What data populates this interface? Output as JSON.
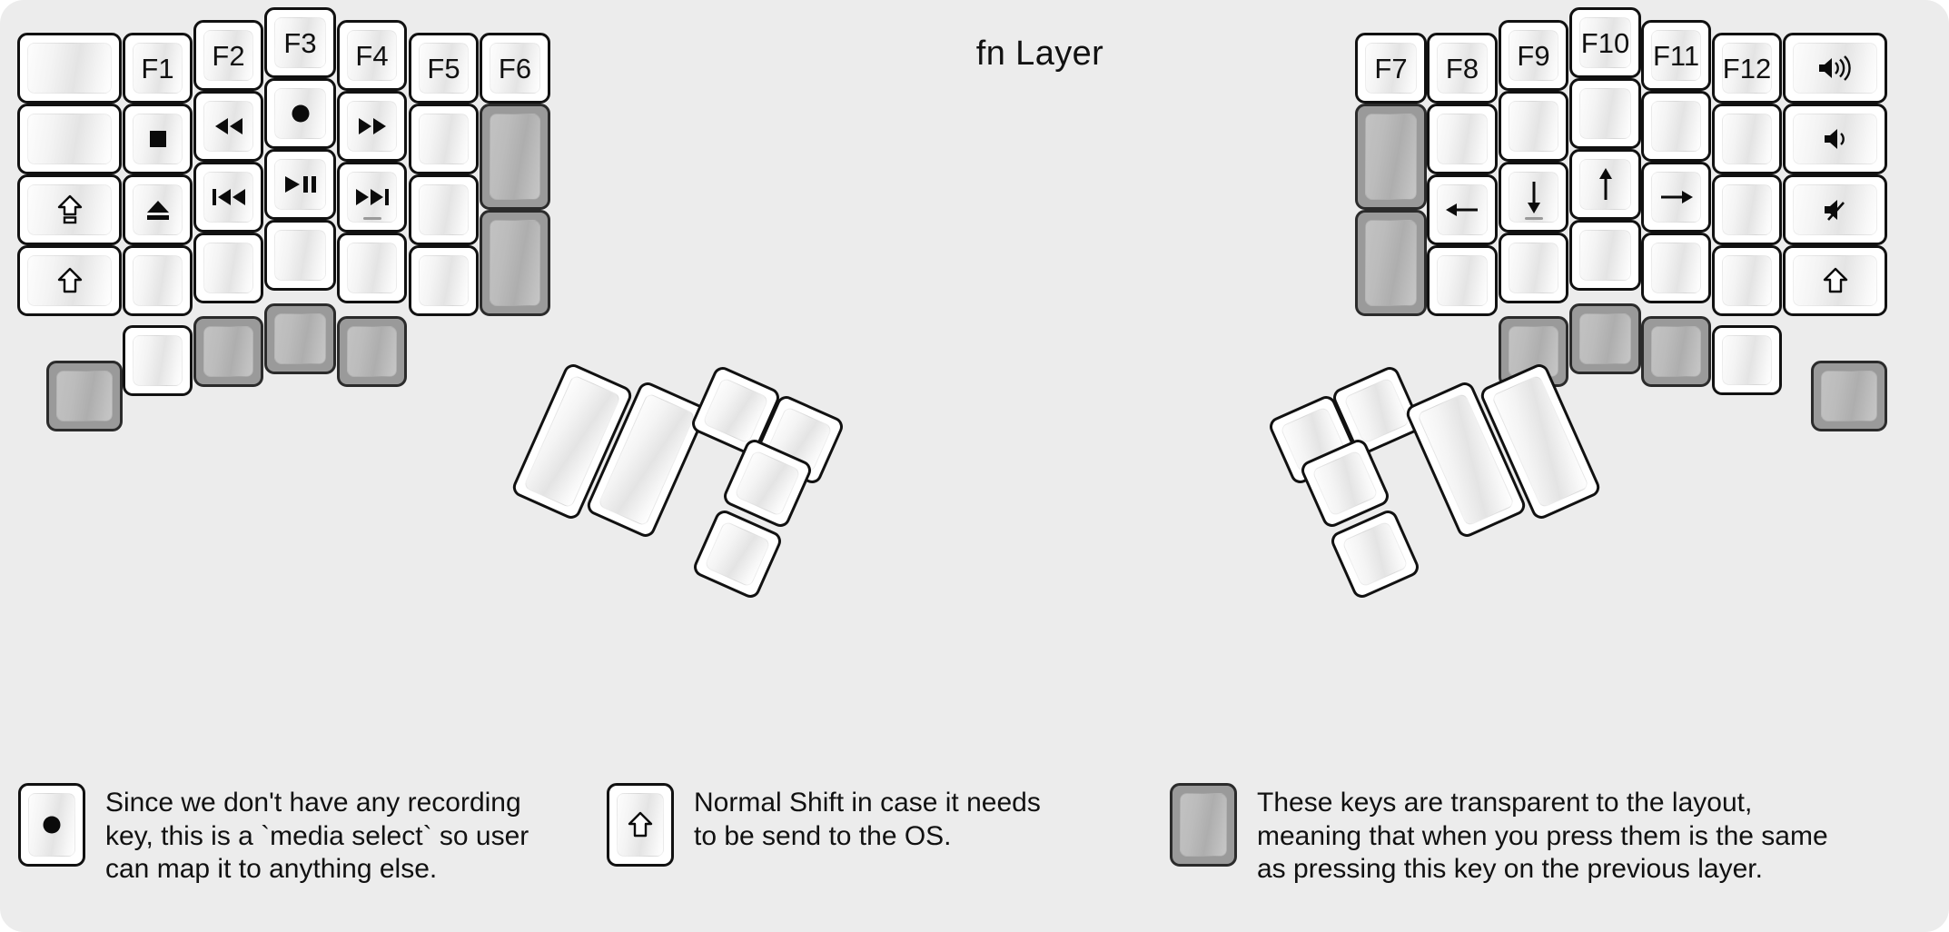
{
  "title": "fn Layer",
  "colors": {
    "panel_bg": "#ececec",
    "key_face": "#ffffff",
    "key_border": "#111111",
    "transparent_key": "#9a9a9a",
    "text": "#111111"
  },
  "keyboard": {
    "left_half": {
      "columns": [
        {
          "name": "col-pinky-outer",
          "keys": [
            {
              "label": "",
              "icon": "",
              "type": "normal"
            },
            {
              "label": "",
              "icon": "",
              "type": "normal"
            },
            {
              "label": "",
              "icon": "caps-lock-shift-icon",
              "type": "normal"
            },
            {
              "label": "",
              "icon": "shift-arrow-icon",
              "type": "normal"
            },
            {
              "label": "",
              "icon": "",
              "type": "transparent"
            }
          ]
        },
        {
          "name": "col-pinky",
          "keys": [
            {
              "label": "F1",
              "icon": "",
              "type": "normal"
            },
            {
              "label": "",
              "icon": "media-stop-icon",
              "type": "normal"
            },
            {
              "label": "",
              "icon": "media-eject-icon",
              "type": "normal"
            },
            {
              "label": "",
              "icon": "",
              "type": "normal"
            },
            {
              "label": "",
              "icon": "",
              "type": "normal"
            }
          ]
        },
        {
          "name": "col-ring",
          "keys": [
            {
              "label": "F2",
              "icon": "",
              "type": "normal"
            },
            {
              "label": "",
              "icon": "media-rewind-icon",
              "type": "normal"
            },
            {
              "label": "",
              "icon": "media-previous-track-icon",
              "type": "normal"
            },
            {
              "label": "",
              "icon": "",
              "type": "normal"
            },
            {
              "label": "",
              "icon": "",
              "type": "transparent"
            }
          ]
        },
        {
          "name": "col-middle",
          "keys": [
            {
              "label": "F3",
              "icon": "",
              "type": "normal"
            },
            {
              "label": "",
              "icon": "media-record-icon",
              "type": "normal"
            },
            {
              "label": "",
              "icon": "media-play-pause-icon",
              "type": "normal"
            },
            {
              "label": "",
              "icon": "",
              "type": "normal"
            },
            {
              "label": "",
              "icon": "",
              "type": "transparent"
            }
          ]
        },
        {
          "name": "col-index",
          "keys": [
            {
              "label": "F4",
              "icon": "",
              "type": "normal"
            },
            {
              "label": "",
              "icon": "media-fast-forward-icon",
              "type": "normal"
            },
            {
              "label": "",
              "icon": "media-next-track-icon",
              "type": "normal",
              "homing": true
            },
            {
              "label": "",
              "icon": "",
              "type": "normal"
            },
            {
              "label": "",
              "icon": "",
              "type": "transparent"
            }
          ]
        },
        {
          "name": "col-inner",
          "keys": [
            {
              "label": "F5",
              "icon": "",
              "type": "normal"
            },
            {
              "label": "",
              "icon": "",
              "type": "normal"
            },
            {
              "label": "",
              "icon": "",
              "type": "normal"
            },
            {
              "label": "",
              "icon": "",
              "type": "normal"
            }
          ]
        },
        {
          "name": "col-innermost",
          "keys": [
            {
              "label": "F6",
              "icon": "",
              "type": "normal"
            },
            {
              "label": "",
              "icon": "",
              "type": "transparent"
            },
            {
              "label": "",
              "icon": "",
              "type": "transparent"
            }
          ]
        }
      ]
    },
    "right_half": {
      "columns": [
        {
          "name": "col-innermost",
          "keys": [
            {
              "label": "F7",
              "icon": "",
              "type": "normal"
            },
            {
              "label": "",
              "icon": "",
              "type": "transparent"
            },
            {
              "label": "",
              "icon": "",
              "type": "transparent"
            }
          ]
        },
        {
          "name": "col-inner",
          "keys": [
            {
              "label": "F8",
              "icon": "",
              "type": "normal"
            },
            {
              "label": "",
              "icon": "",
              "type": "normal"
            },
            {
              "label": "",
              "icon": "arrow-left-icon",
              "type": "normal"
            },
            {
              "label": "",
              "icon": "",
              "type": "normal"
            }
          ]
        },
        {
          "name": "col-index",
          "keys": [
            {
              "label": "F9",
              "icon": "",
              "type": "normal"
            },
            {
              "label": "",
              "icon": "",
              "type": "normal"
            },
            {
              "label": "",
              "icon": "arrow-down-icon",
              "type": "normal",
              "homing": true
            },
            {
              "label": "",
              "icon": "",
              "type": "normal"
            },
            {
              "label": "",
              "icon": "",
              "type": "transparent"
            }
          ]
        },
        {
          "name": "col-middle",
          "keys": [
            {
              "label": "F10",
              "icon": "",
              "type": "normal"
            },
            {
              "label": "",
              "icon": "",
              "type": "normal"
            },
            {
              "label": "",
              "icon": "arrow-up-icon",
              "type": "normal"
            },
            {
              "label": "",
              "icon": "",
              "type": "normal"
            },
            {
              "label": "",
              "icon": "",
              "type": "transparent"
            }
          ]
        },
        {
          "name": "col-ring",
          "keys": [
            {
              "label": "F11",
              "icon": "",
              "type": "normal"
            },
            {
              "label": "",
              "icon": "",
              "type": "normal"
            },
            {
              "label": "",
              "icon": "arrow-right-icon",
              "type": "normal"
            },
            {
              "label": "",
              "icon": "",
              "type": "normal"
            },
            {
              "label": "",
              "icon": "",
              "type": "transparent"
            }
          ]
        },
        {
          "name": "col-pinky",
          "keys": [
            {
              "label": "F12",
              "icon": "",
              "type": "normal"
            },
            {
              "label": "",
              "icon": "",
              "type": "normal"
            },
            {
              "label": "",
              "icon": "",
              "type": "normal"
            },
            {
              "label": "",
              "icon": "",
              "type": "normal"
            },
            {
              "label": "",
              "icon": "",
              "type": "normal"
            }
          ]
        },
        {
          "name": "col-pinky-outer",
          "keys": [
            {
              "label": "",
              "icon": "volume-up-icon",
              "type": "normal"
            },
            {
              "label": "",
              "icon": "volume-down-icon",
              "type": "normal"
            },
            {
              "label": "",
              "icon": "volume-mute-icon",
              "type": "normal"
            },
            {
              "label": "",
              "icon": "shift-arrow-icon",
              "type": "normal"
            },
            {
              "label": "",
              "icon": "",
              "type": "transparent"
            }
          ]
        }
      ]
    },
    "left_thumb_cluster": {
      "name": "left-thumb-cluster",
      "keys": [
        {
          "label": "",
          "icon": "",
          "type": "normal",
          "size": "2u-vertical"
        },
        {
          "label": "",
          "icon": "",
          "type": "normal",
          "size": "2u-vertical"
        },
        {
          "label": "",
          "icon": "",
          "type": "normal",
          "size": "1u"
        },
        {
          "label": "",
          "icon": "",
          "type": "normal",
          "size": "1u"
        },
        {
          "label": "",
          "icon": "",
          "type": "normal",
          "size": "1u"
        },
        {
          "label": "",
          "icon": "",
          "type": "normal",
          "size": "1u"
        }
      ]
    },
    "right_thumb_cluster": {
      "name": "right-thumb-cluster",
      "keys": [
        {
          "label": "",
          "icon": "",
          "type": "normal",
          "size": "1u"
        },
        {
          "label": "",
          "icon": "",
          "type": "normal",
          "size": "1u"
        },
        {
          "label": "",
          "icon": "",
          "type": "normal",
          "size": "1u"
        },
        {
          "label": "",
          "icon": "",
          "type": "normal",
          "size": "1u"
        },
        {
          "label": "",
          "icon": "",
          "type": "normal",
          "size": "2u-vertical"
        },
        {
          "label": "",
          "icon": "",
          "type": "normal",
          "size": "2u-vertical"
        }
      ]
    }
  },
  "legend": [
    {
      "key_icon": "media-record-icon",
      "key_type": "normal",
      "text": "Since we don't have any recording\nkey, this is a `media select` so user\ncan map it to anything else."
    },
    {
      "key_icon": "shift-arrow-icon",
      "key_type": "normal",
      "text": "Normal Shift in case it needs\nto be send to the OS."
    },
    {
      "key_icon": "",
      "key_type": "transparent",
      "text": "These keys are transparent to the layout,\nmeaning that when you press them is the same\nas pressing this key on the previous layer."
    }
  ]
}
